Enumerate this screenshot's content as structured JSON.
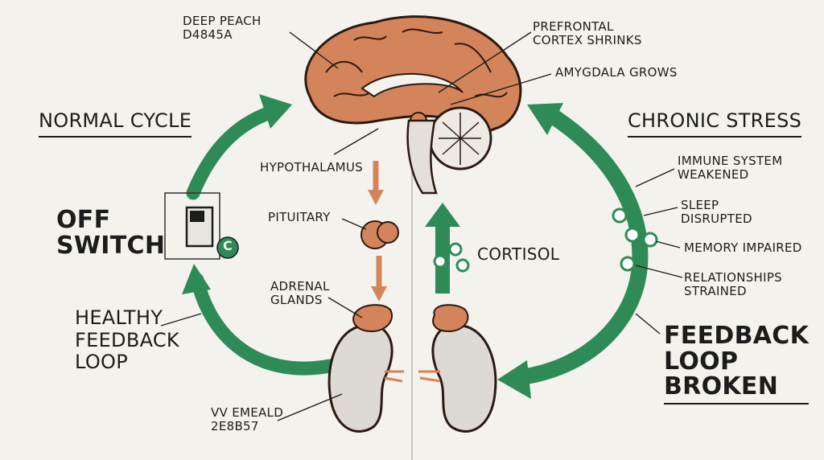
{
  "colors": {
    "deep_peach": "#D4845A",
    "emerald": "#2E8B57",
    "ink": "#1c1c1c",
    "paper": "#f4f2ec"
  },
  "annotations": {
    "color_note_peach": "DEEP PEACH\nD4845A",
    "color_note_emerald": "VV EMEALD\n2E8B57",
    "prefrontal": "PREFRONTAL\nCORTEX SHRINKS",
    "amygdala": "AMYGDALA GROWS",
    "hypothalamus": "HYPOTHALAMUS",
    "pituitary": "PITUITARY",
    "adrenal": "ADRENAL\nGLANDS",
    "cortisol": "CORTISOL"
  },
  "left_cycle": {
    "heading": "NORMAL CYCLE",
    "off_switch": "OFF\nSWITCH",
    "switch_glyph": "C",
    "healthy_loop": "HEALTHY\nFEEDBACK\nLOOP"
  },
  "right_cycle": {
    "heading": "CHRONIC STRESS",
    "effects": [
      "IMMUNE SYSTEM\nWEAKENED",
      "SLEEP\nDISRUPTED",
      "MEMORY IMPAIRED",
      "RELATIONSHIPS\nSTRAINED"
    ],
    "broken_loop": "FEEDBACK\nLOOP\nBROKEN"
  }
}
